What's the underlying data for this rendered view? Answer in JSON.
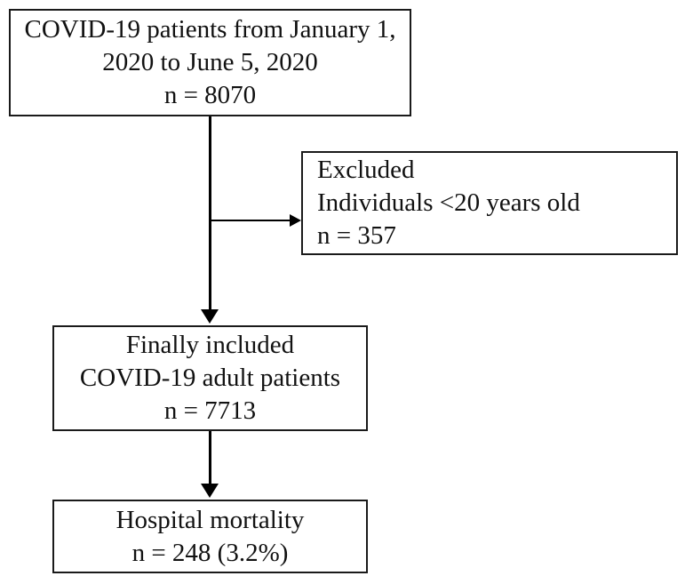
{
  "figure": {
    "type": "study-flow-diagram",
    "background_color": "#ffffff",
    "line_color": "#000000",
    "border_color": "#1a1a1a"
  },
  "boxes": {
    "cohort": {
      "line1": "COVID-19 patients from January 1,",
      "line2": "2020 to June 5, 2020",
      "line3": "n = 8070",
      "n": 8070
    },
    "excluded": {
      "line1": "Excluded",
      "line2": "Individuals <20 years old",
      "line3": "n = 357",
      "n": 357
    },
    "included": {
      "line1": "Finally included",
      "line2": "COVID-19 adult patients",
      "line3": "n = 7713",
      "n": 7713
    },
    "mortality": {
      "line1": "Hospital mortality",
      "line2": "n = 248 (3.2%)",
      "n": 248,
      "percent": "3.2%"
    }
  }
}
